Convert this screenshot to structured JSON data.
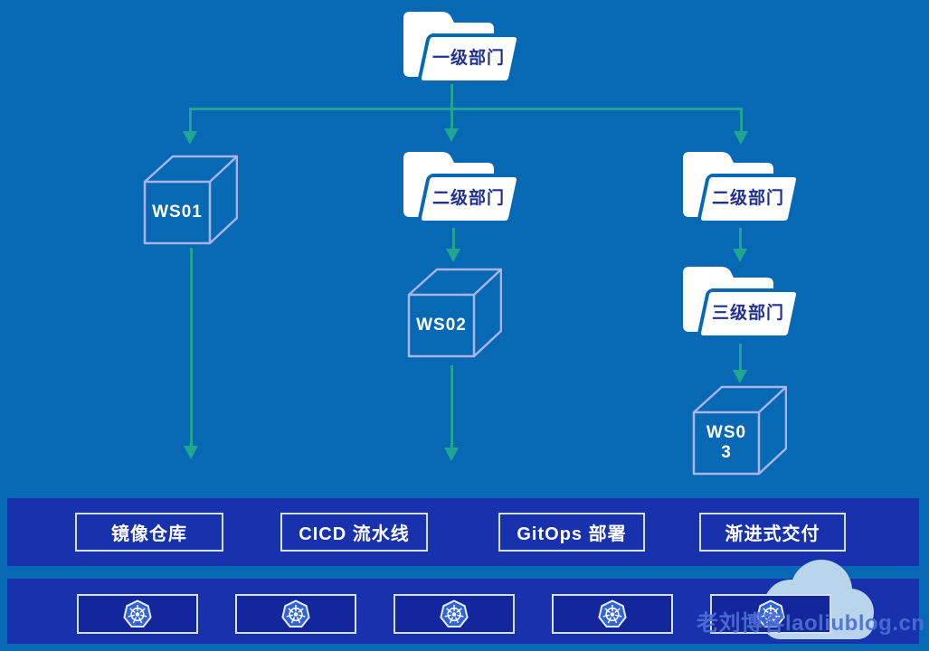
{
  "diagram": {
    "root_folder": "一级部门",
    "mid_folder": "二级部门",
    "right_folder": "二级部门",
    "right_subfolder": "三级部门",
    "ws01": "WS01",
    "ws02": "WS02",
    "ws03_line1": "WS0",
    "ws03_line2": "3"
  },
  "pipeline_bar": {
    "items": [
      "镜像仓库",
      "CICD 流水线",
      "GitOps 部署",
      "渐进式交付"
    ]
  },
  "cluster_bar": {
    "cluster_count": 5,
    "icon": "kubernetes-icon"
  },
  "watermark": "老刘博客laoliublog.cn",
  "colors": {
    "background": "#0769b3",
    "bar": "#1832ad",
    "cluster_box_fill": "#13269c",
    "box_border": "#d4e2f8",
    "arrow": "#1fa591",
    "cube_outline": "#a9b4ea",
    "folder_fill": "#ffffff",
    "folder_text": "#21308f",
    "k8s_blue": "#2f63d6",
    "cloud": "#b8d5ec",
    "watermark_text": "#4d6fd4"
  }
}
